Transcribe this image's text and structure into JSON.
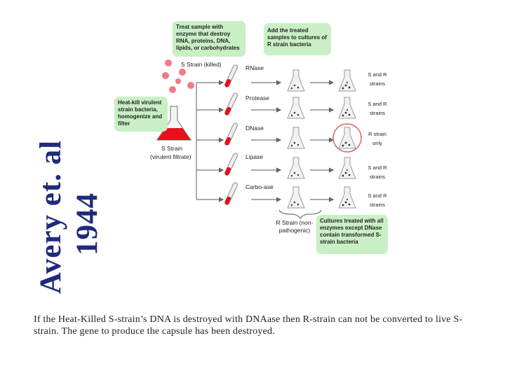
{
  "title": {
    "line1": "Avery et. al",
    "line2": "1944"
  },
  "boxes": {
    "treat": "Treat sample with enzyme that destroy RNA, proteins, DNA, lipids, or carbohydrates",
    "add": "Add the treated samples to cultures of R strain bacteria",
    "heat": "Heat-kill virulent strain bacteria, homogenize and filter",
    "cultures": "Cultures treated with all enzymes except DNase contain transformed S-strain bacteria"
  },
  "labels": {
    "s_killed": "S Strain (killed)",
    "s_strain": "S Strain",
    "virulent": "(virulent filtrate)",
    "r_strain": "R Strain (non-pathogenic)"
  },
  "enzymes": [
    "RNase",
    "Protease",
    "DNase",
    "Lipase",
    "Carbo-ase"
  ],
  "results": [
    {
      "line1": "S and R",
      "line2": "strains"
    },
    {
      "line1": "S and R",
      "line2": "strains"
    },
    {
      "line1": "R strain",
      "line2": "only"
    },
    {
      "line1": "S and R",
      "line2": "strains"
    },
    {
      "line1": "S and R",
      "line2": "strains"
    }
  ],
  "colors": {
    "box": "#c9efc4",
    "title": "#1f2b7a",
    "liquid": "#e8101a",
    "highlight": "#e06060"
  },
  "caption": "If the Heat-Killed S-strain’s DNA is destroyed with DNAase then R-strain can not be converted to live S-strain.  The gene to produce the capsule has been destroyed."
}
